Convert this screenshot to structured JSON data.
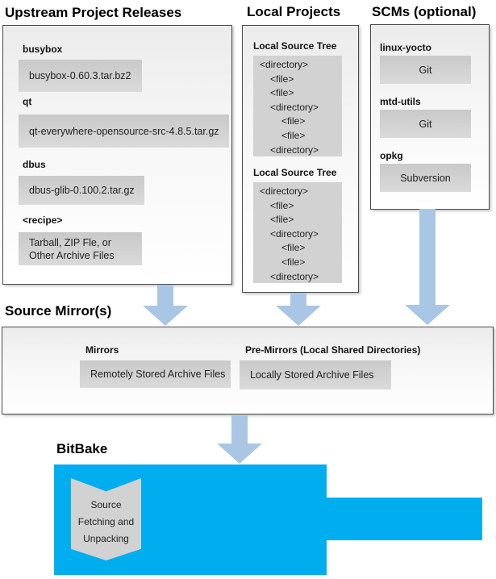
{
  "colors": {
    "cyan": "#00aeef",
    "arrow_blue": "#a9c6e4",
    "box_gray": "#d2d2d2"
  },
  "upstream": {
    "title": "Upstream Project Releases",
    "items": [
      {
        "label": "busybox",
        "file": "busybox-0.60.3.tar.bz2"
      },
      {
        "label": "qt",
        "file": "qt-everywhere-opensource-src-4.8.5.tar.gz"
      },
      {
        "label": "dbus",
        "file": "dbus-glib-0.100.2.tar.gz"
      },
      {
        "label": "<recipe>",
        "file_line1": "Tarball, ZIP Fle, or",
        "file_line2": "Other Archive Files"
      }
    ]
  },
  "local_projects": {
    "title": "Local Projects",
    "trees": [
      {
        "label": "Local Source Tree",
        "lines": [
          "<directory>",
          "<file>",
          "<file>",
          "<directory>",
          "<file>",
          "<file>",
          "<directory>"
        ]
      },
      {
        "label": "Local Source Tree",
        "lines": [
          "<directory>",
          "<file>",
          "<file>",
          "<directory>",
          "<file>",
          "<file>",
          "<directory>"
        ]
      }
    ]
  },
  "scms": {
    "title": "SCMs (optional)",
    "items": [
      {
        "label": "linux-yocto",
        "scm": "Git"
      },
      {
        "label": "mtd-utils",
        "scm": "Git"
      },
      {
        "label": "opkg",
        "scm": "Subversion"
      }
    ]
  },
  "source_mirrors": {
    "title": "Source Mirror(s)",
    "mirrors_label": "Mirrors",
    "mirrors_text": "Remotely Stored Archive Files",
    "premirrors_label": "Pre-Mirrors (Local Shared Directories)",
    "premirrors_text": "Locally Stored Archive Files"
  },
  "bitbake": {
    "title": "BitBake",
    "ribbon": {
      "line1": "Source",
      "line2": "Fetching and",
      "line3": "Unpacking"
    }
  }
}
